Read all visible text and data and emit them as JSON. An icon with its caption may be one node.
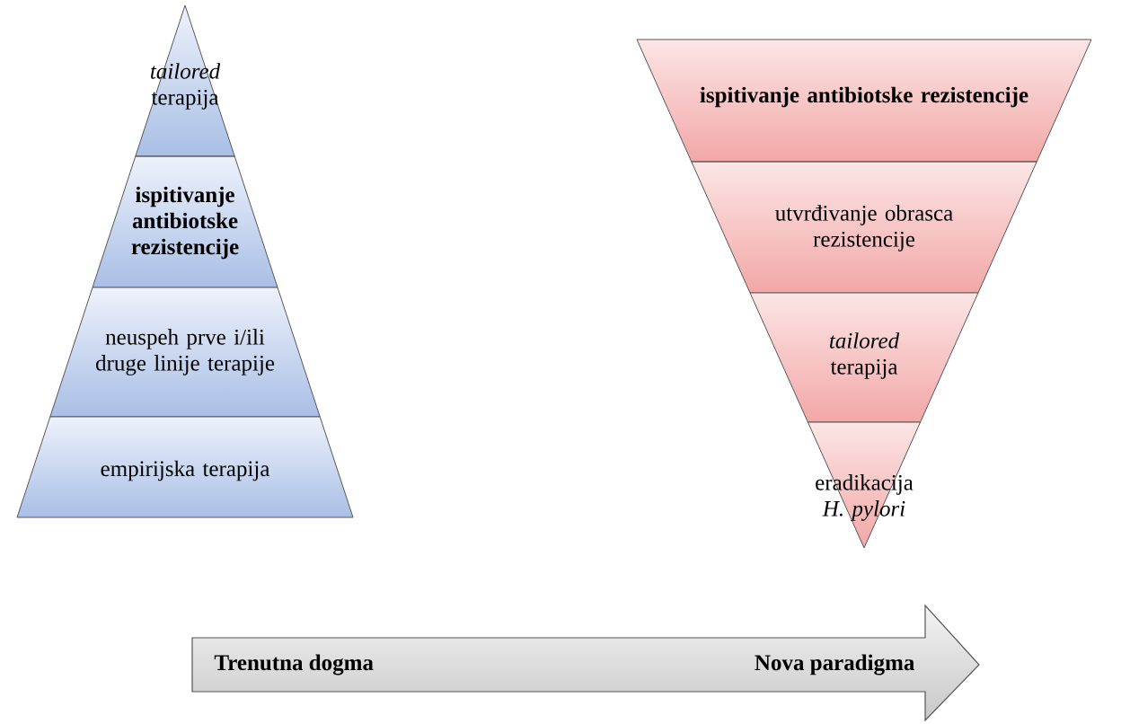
{
  "diagram": {
    "nodes": [
      {
        "text": [
          "*tailored* terapija"
        ]
      },
      {
        "text": [
          "ispitivanje antibiotske rezistencije"
        ]
      },
      {
        "text": [
          "neuspeh prve i/ili druge linije terapije"
        ]
      },
      {
        "text": [
          "empirijska terapija"
        ]
      },
      {
        "text": [
          "ispitivanje antibiotske rezistencije"
        ]
      },
      {
        "text": [
          "utvrđivanje obrasca rezistencije"
        ]
      },
      {
        "text": [
          "*tailored* terapija"
        ]
      },
      {
        "text": [
          "eradikacija *H. pylori*"
        ]
      },
      {
        "text": [
          "Trenutna dogma",
          "Nova paradigma"
        ]
      }
    ]
  }
}
